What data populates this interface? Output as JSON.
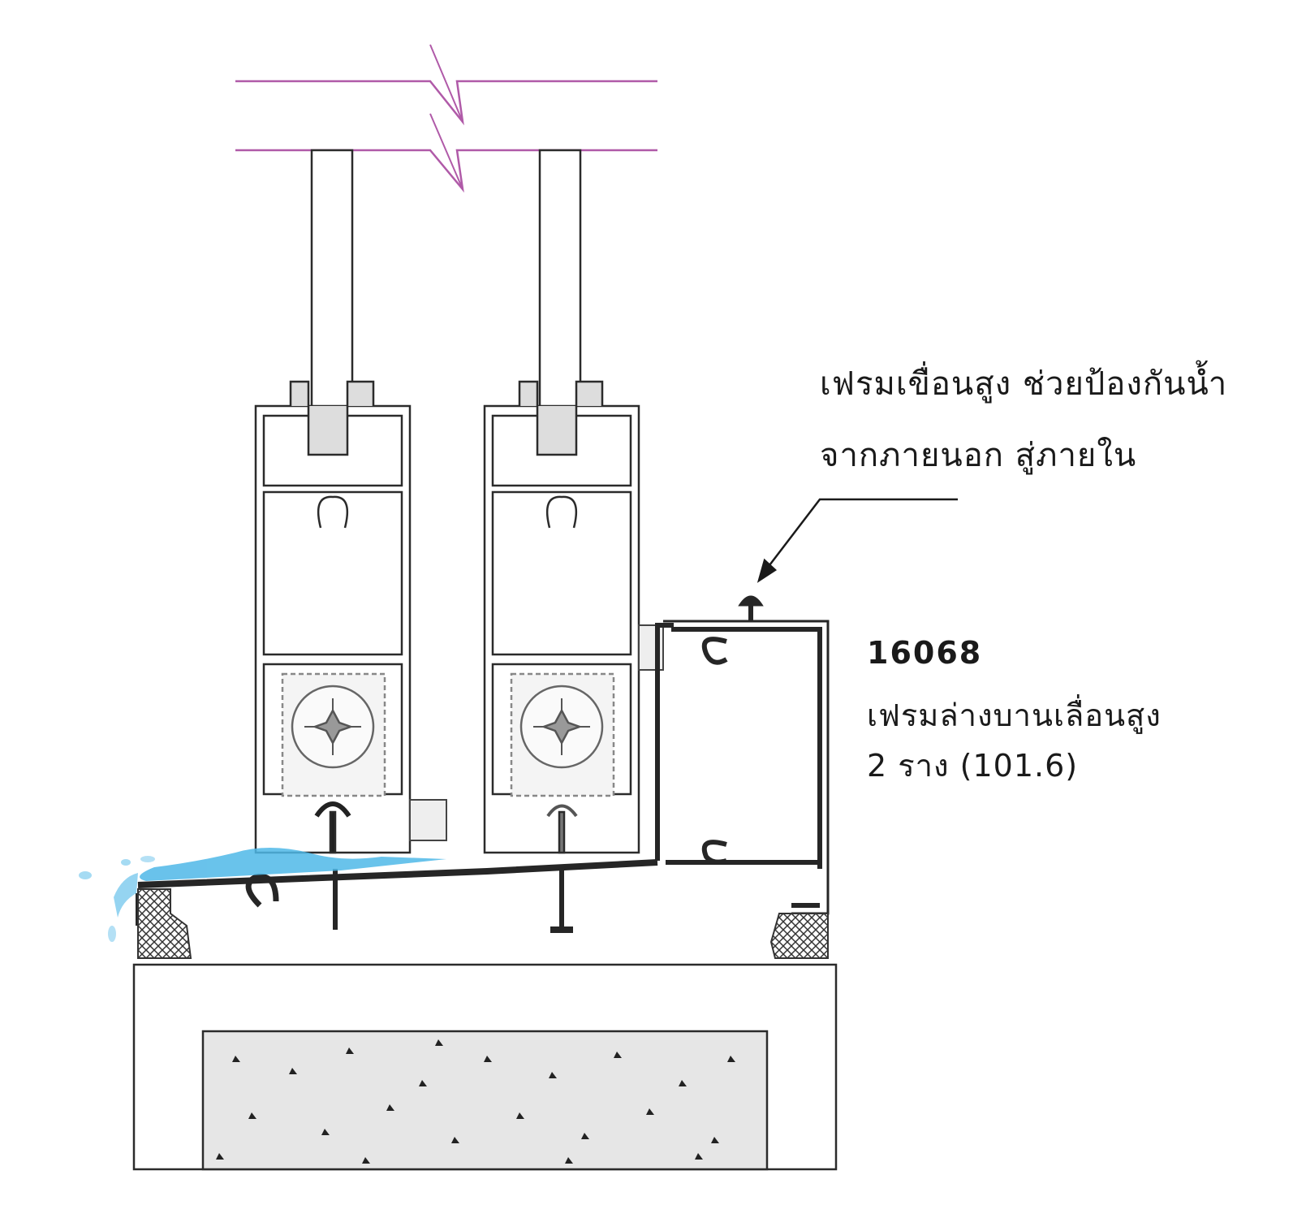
{
  "callout": {
    "line1": "เฟรมเขื่อนสูง ช่วยป้องกันน้ำ",
    "line2": "จากภายนอก สู่ภายใน"
  },
  "part": {
    "code": "16068",
    "name": "เฟรมล่างบานเลื่อนสูง",
    "spec": "2 ราง (101.6)"
  },
  "colors": {
    "outline": "#2b2b2b",
    "break_line": "#b05aa8",
    "water": "#4fb8e8",
    "concrete_fill": "#e6e6e6",
    "profile_dark": "#262626"
  },
  "icons": [
    "water-splash-icon",
    "screw-icon",
    "arrow-icon",
    "concrete-texture-icon"
  ]
}
